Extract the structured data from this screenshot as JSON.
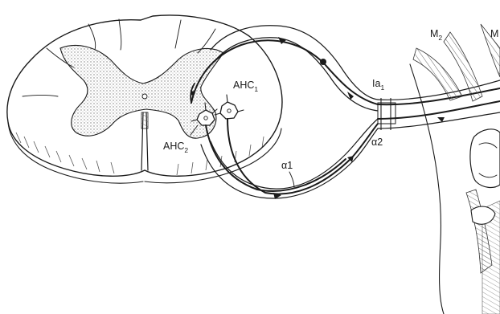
{
  "labels": {
    "ahc1": {
      "main": "AHC",
      "sub": "1"
    },
    "ahc2": {
      "main": "AHC",
      "sub": "2"
    },
    "ia1": {
      "main": "Ia",
      "sub": "1"
    },
    "alpha2": "α2",
    "alpha1": "α1",
    "m2": {
      "main": "M",
      "sub": "2"
    },
    "m1_partial": "M"
  },
  "colors": {
    "ink": "#1b1b1b",
    "grey_matter_stipple": "#b9b9b9",
    "background": "#ffffff"
  },
  "icon_names": [
    "spinal-cord-cross-section",
    "grey-matter",
    "motor-neuron",
    "sensory-neuron",
    "dorsal-root-ganglion",
    "muscle-fibres",
    "bone"
  ]
}
